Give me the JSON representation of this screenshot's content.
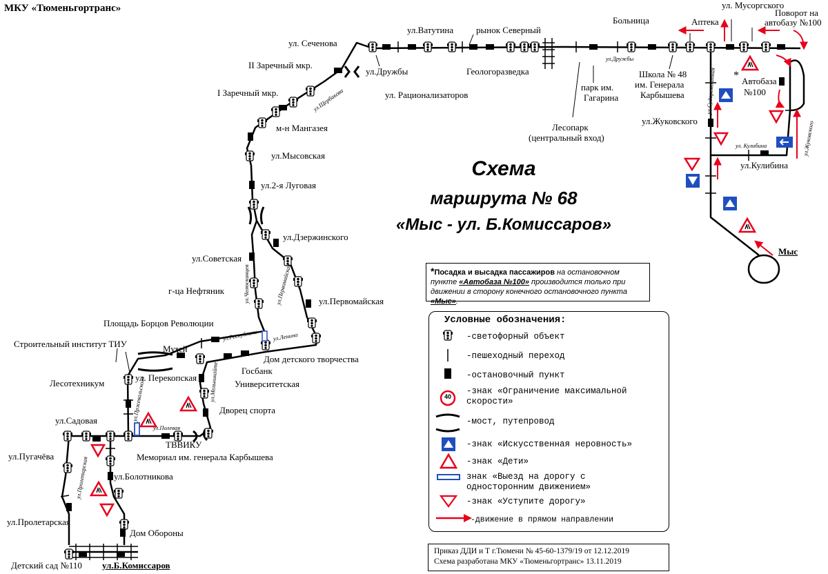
{
  "header": {
    "organization": "МКУ «Тюменьгортранс»"
  },
  "title": {
    "line1": "Схема",
    "line2": "маршрута № 68",
    "line3": "«Мыс - ул. Б.Комиссаров»"
  },
  "stops": [
    "ул. Сеченова",
    "II Заречный мкр.",
    "I Заречный мкр.",
    "м-н Мангазея",
    "ул.Мысовская",
    "ул.2-я Луговая",
    "ул.Дзержинского",
    "ул.Советская",
    "г-ца Нефтяник",
    "ул.Первомайская",
    "Площадь Борцов Революции",
    "Строительный институт ТИУ",
    "Музей",
    "ул. Перекопская",
    "Дом детского творчества",
    "Госбанк",
    "Университетская",
    "Лесотехникум",
    "Дворец спорта",
    "ул.Садовая",
    "ТВВИКУ",
    "Мемориал им. генерала Карбышева",
    "ул.Пугачёва",
    "ул.Болотникова",
    "ул.Пролетарская",
    "Дом Обороны",
    "Детский сад №110",
    "ул.Б.Комиссаров",
    "ул.Ватутина",
    "ул.Дружбы",
    "ул. Рационализаторов",
    "рынок Северный",
    "Геологоразведка",
    "Лесопарк",
    "(центральный вход)",
    "парк им.",
    "Гагарина",
    "Больница",
    "Школа № 48",
    "им. Генерала",
    "Карбышева",
    "Аптека",
    "ул. Мусоргского",
    "Поворот на",
    "автобазу №100",
    "Автобаза",
    "№100",
    "ул.Жуковского",
    "ул.Кулибина",
    "Мыс"
  ],
  "streets": [
    "ул.Щербакова",
    "ул.Челюскинцев",
    "ул.Первомайская",
    "ул.Республики",
    "ул.Ленина",
    "ул.Пржевальского",
    "ул.Мельникайте",
    "ул.Полевая",
    "ул.Пролетарская",
    "ул.Дружбы",
    "ул.Судоремонтная",
    "ул.Жуковского",
    "ул. Кулибина"
  ],
  "note": {
    "star": "*",
    "part1": "Посадка и высадка пассажиров",
    "part2": " на остановочном пункте ",
    "part3": "«Автобаза №100»",
    "part4": " производится только при движении в сторону конечного остановочного пункта ",
    "part5": "«Мыс»",
    "part6": "."
  },
  "legend": {
    "heading": "Условные обозначения:",
    "items": [
      "-светофорный объект",
      "-пешеходный переход",
      "-остановочный пункт",
      "-знак «Ограничение максимальной",
      "скорости»",
      "-мост, путепровод",
      "-знак «Искусственная неровность»",
      "-знак «Дети»",
      "знак «Выезд на дорогу с",
      "односторонним движением»",
      "-знак «Уступите дорогу»",
      "-движение в прямом направлении"
    ],
    "speed_value": "40"
  },
  "footer": {
    "line1": "Приказ ДДИ и Т г.Тюмени № 45-60-1379/19 от 12.12.2019",
    "line2": "Схема разработана МКУ «Тюменьгортранс» 13.11.2019"
  },
  "colors": {
    "route": "#000000",
    "arrow": "#e8001c",
    "sign_blue": "#1f4fbf",
    "sign_red": "#e8001c"
  },
  "icons": [
    "traffic-light-icon",
    "bus-stop-icon",
    "crosswalk-icon",
    "bridge-icon",
    "speed-bump-sign-icon",
    "children-sign-icon",
    "yield-sign-icon",
    "one-way-exit-sign-icon",
    "direction-arrow-icon",
    "turnaround-loop-icon"
  ]
}
